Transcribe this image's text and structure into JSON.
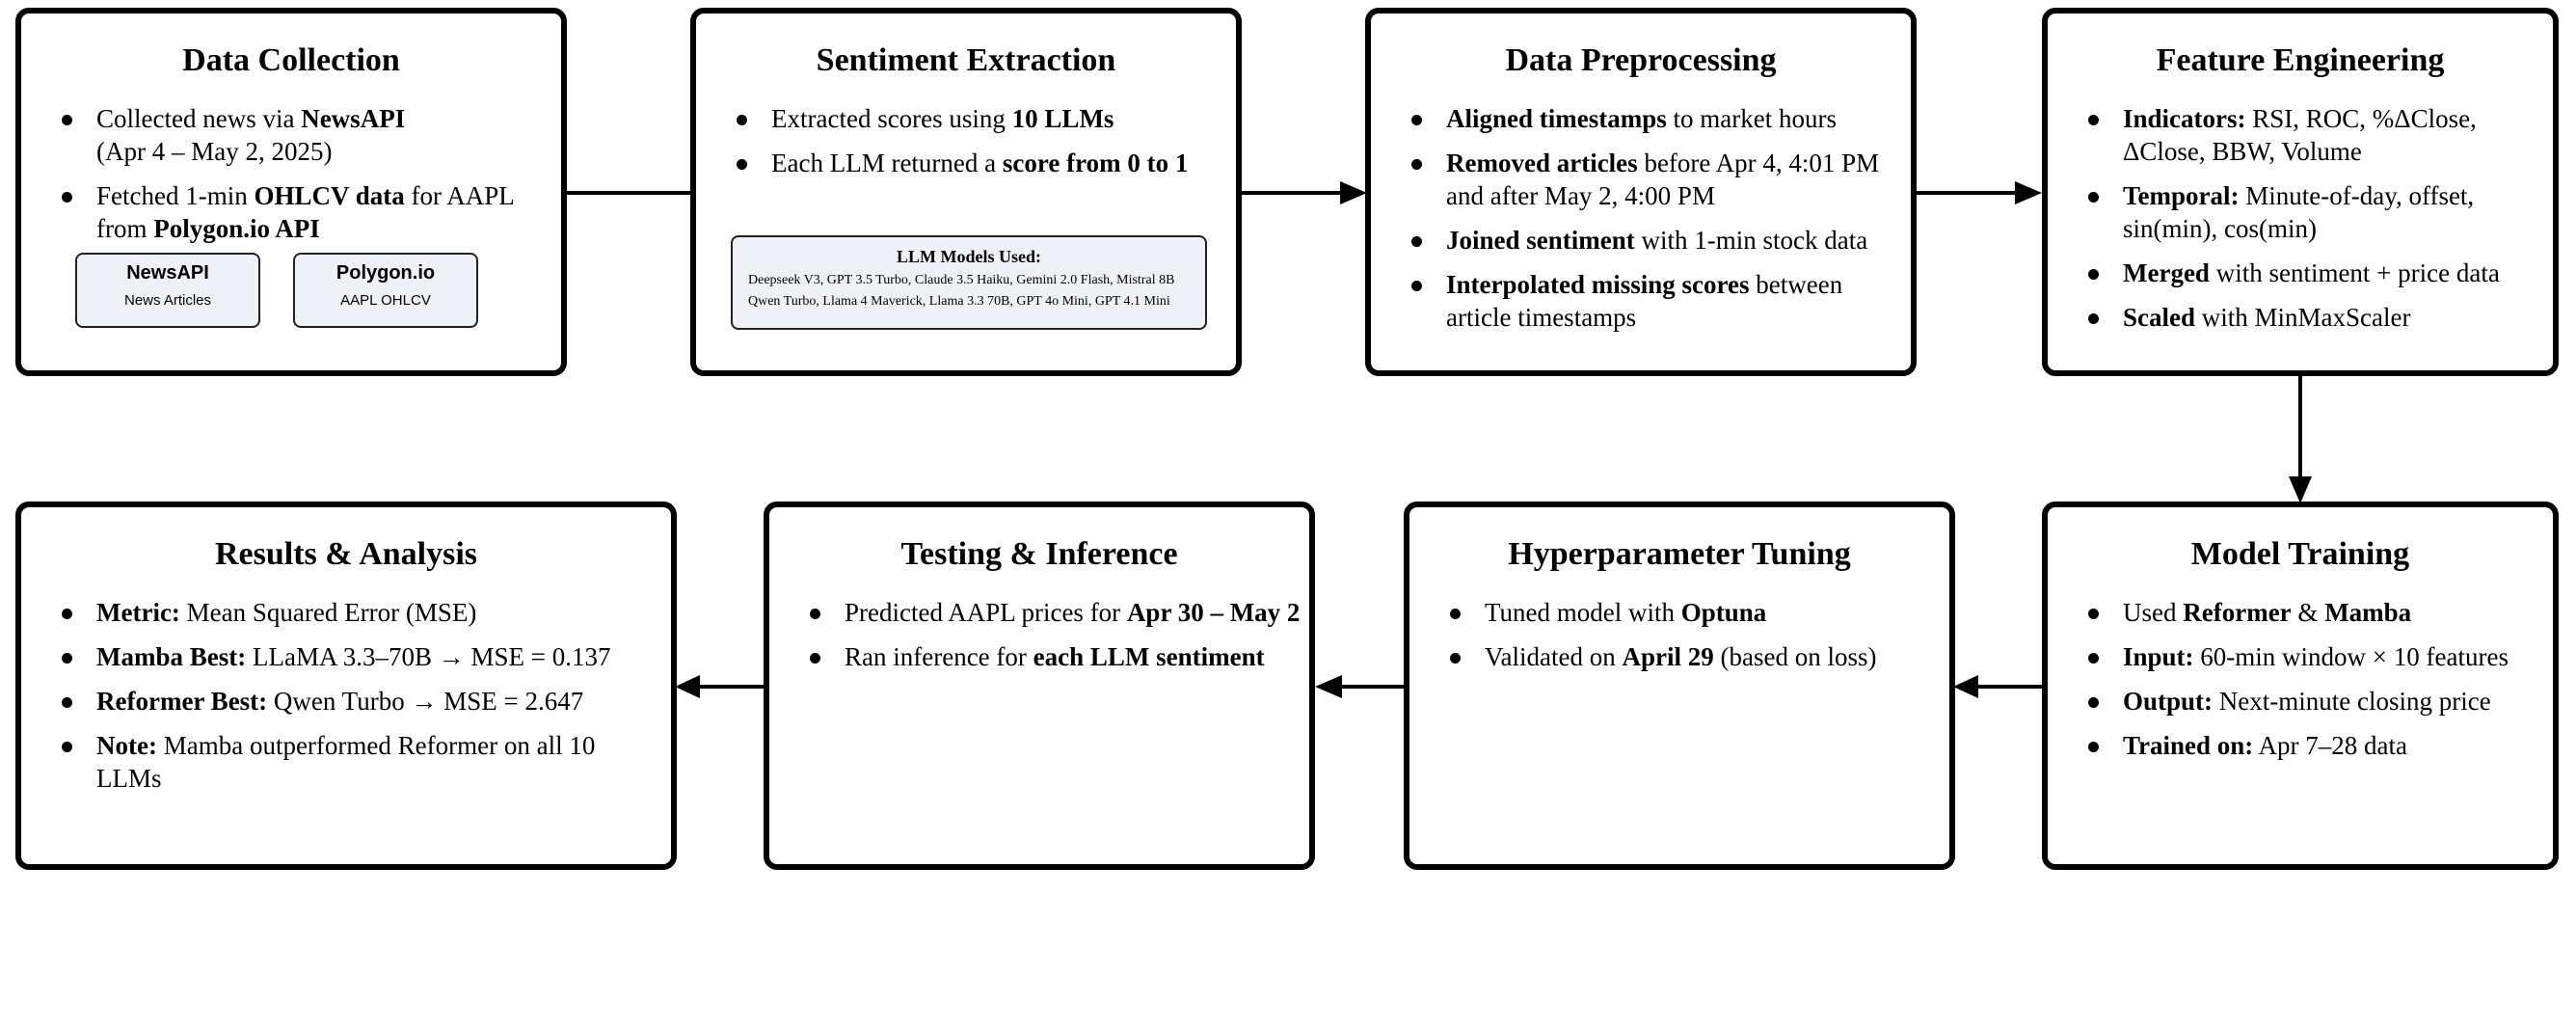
{
  "boxes": {
    "data_collection": {
      "title": "Data Collection",
      "b1": {
        "pre": "Collected news via ",
        "bold": "NewsAPI",
        "sub": "(Apr 4 – May 2, 2025)"
      },
      "b2": {
        "pre": "Fetched 1-min ",
        "bold": "OHLCV data",
        "post": " for AAPL from ",
        "bold2": "Polygon.io API"
      },
      "source1": {
        "title": "NewsAPI",
        "sub": "News Articles"
      },
      "source2": {
        "title": "Polygon.io",
        "sub": "AAPL OHLCV"
      }
    },
    "sentiment_extraction": {
      "title": "Sentiment Extraction",
      "b1": {
        "pre": "Extracted scores using ",
        "bold": "10 LLMs"
      },
      "b2": {
        "pre": "Each LLM returned a ",
        "bold": "score from 0 to 1"
      },
      "models": {
        "title": "LLM Models Used:",
        "line1": "Deepseek V3, GPT 3.5 Turbo, Claude 3.5 Haiku, Gemini 2.0 Flash, Mistral 8B",
        "line2": "Qwen Turbo, Llama 4 Maverick, Llama 3.3 70B, GPT 4o Mini, GPT 4.1 Mini"
      }
    },
    "data_preprocessing": {
      "title": "Data Preprocessing",
      "b1": {
        "bold": "Aligned timestamps",
        "post": " to market hours"
      },
      "b2": {
        "bold": "Removed articles",
        "post": " before Apr 4, 4:01 PM and after May 2, 4:00 PM"
      },
      "b3": {
        "bold": "Joined sentiment",
        "post": " with 1-min stock data"
      },
      "b4": {
        "bold": "Interpolated missing scores",
        "post": " between article timestamps"
      }
    },
    "feature_engineering": {
      "title": "Feature Engineering",
      "b1": {
        "bold": "Indicators:",
        "post": " RSI, ROC, %ΔClose, ΔClose, BBW, Volume"
      },
      "b2": {
        "bold": "Temporal:",
        "post": " Minute-of-day, offset, sin(min), cos(min)"
      },
      "b3": {
        "bold": "Merged",
        "post": " with sentiment + price data"
      },
      "b4": {
        "bold": "Scaled",
        "post": " with MinMaxScaler"
      }
    },
    "model_training": {
      "title": "Model Training",
      "b1": {
        "pre": "Used ",
        "bold": "Reformer",
        "mid": " & ",
        "bold2": "Mamba"
      },
      "b2": {
        "bold": "Input:",
        "post": " 60-min window × 10 features"
      },
      "b3": {
        "bold": "Output:",
        "post": " Next-minute closing price"
      },
      "b4": {
        "bold": "Trained on:",
        "post": " Apr 7–28 data"
      }
    },
    "hyperparameter_tuning": {
      "title": "Hyperparameter Tuning",
      "b1": {
        "pre": "Tuned model with ",
        "bold": "Optuna"
      },
      "b2": {
        "pre": "Validated on ",
        "bold": "April 29",
        "post": " (based on loss)"
      }
    },
    "testing_inference": {
      "title": "Testing & Inference",
      "b1": {
        "pre": "Predicted AAPL prices for ",
        "bold": "Apr 30 – May 2"
      },
      "b2": {
        "pre": "Ran inference for ",
        "bold": "each LLM sentiment"
      }
    },
    "results_analysis": {
      "title": "Results & Analysis",
      "b1": {
        "bold": "Metric:",
        "post": " Mean Squared Error (MSE)"
      },
      "b2": {
        "bold": "Mamba Best:",
        "post": " LLaMA 3.3–70B → MSE = 0.137"
      },
      "b3": {
        "bold": "Reformer Best:",
        "post": " Qwen Turbo → MSE = 2.647"
      },
      "b4": {
        "bold": "Note:",
        "post": " Mamba outperformed Reformer on all 10 LLMs"
      }
    }
  }
}
